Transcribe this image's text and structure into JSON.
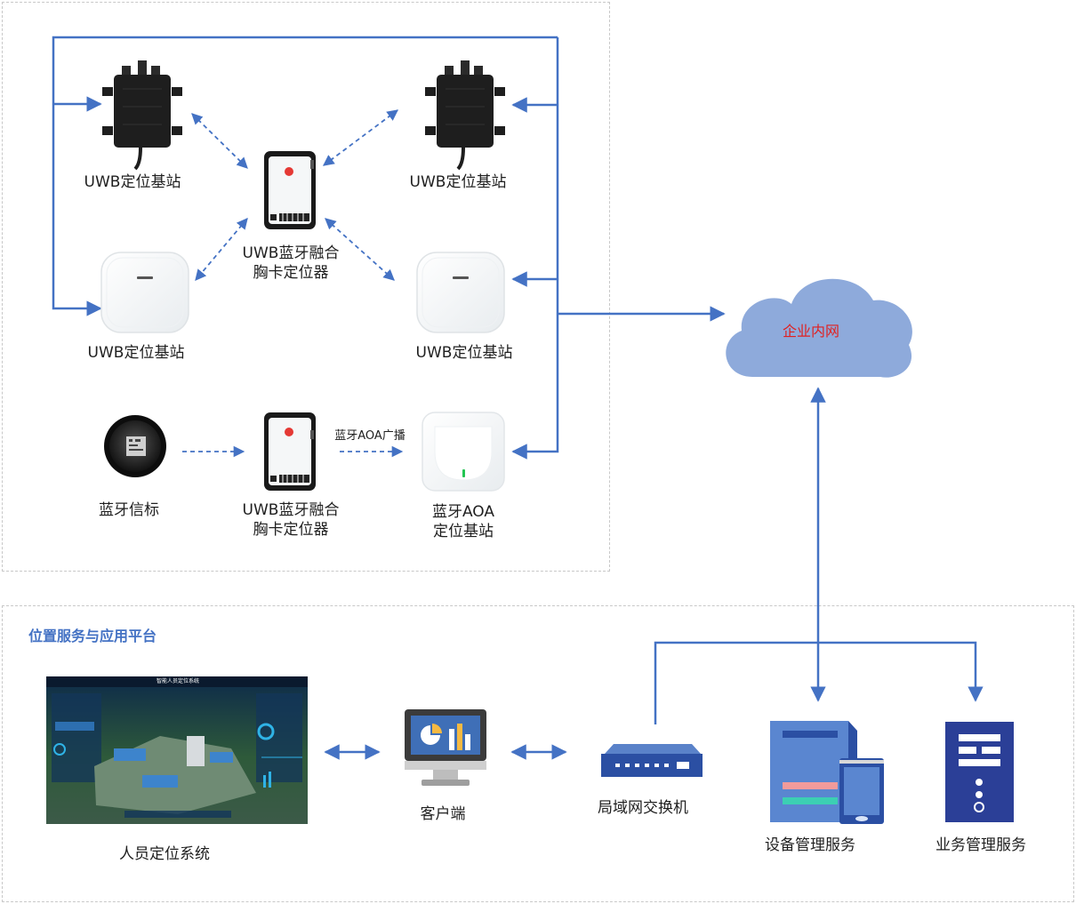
{
  "platform": {
    "title": "位置服务与应用平台"
  },
  "network": {
    "cloud_label": "企业内网"
  },
  "devices": {
    "uwb_outdoor_1": {
      "label": "UWB定位基站"
    },
    "uwb_outdoor_2": {
      "label": "UWB定位基站"
    },
    "uwb_indoor_1": {
      "label": "UWB定位基站"
    },
    "uwb_indoor_2": {
      "label": "UWB定位基站"
    },
    "badge_1": {
      "label_line1": "UWB蓝牙融合",
      "label_line2": "胸卡定位器"
    },
    "badge_2": {
      "label_line1": "UWB蓝牙融合",
      "label_line2": "胸卡定位器"
    },
    "beacon": {
      "label": "蓝牙信标"
    },
    "aoa_station": {
      "label_line1": "蓝牙AOA",
      "label_line2": "定位基站"
    },
    "aoa_broadcast": {
      "label": "蓝牙AOA广播"
    }
  },
  "platform_items": {
    "positioning_system": {
      "label": "人员定位系统",
      "screen_title": "智能人员定位系统"
    },
    "client": {
      "label": "客户端"
    },
    "switch": {
      "label": "局域网交换机"
    },
    "device_mgmt": {
      "label": "设备管理服务"
    },
    "business_mgmt": {
      "label": "业务管理服务"
    }
  },
  "colors": {
    "line": "#4472c4",
    "cloud": "#8eaadb",
    "label_accent": "#4472c4",
    "cloud_text": "#e02020"
  }
}
